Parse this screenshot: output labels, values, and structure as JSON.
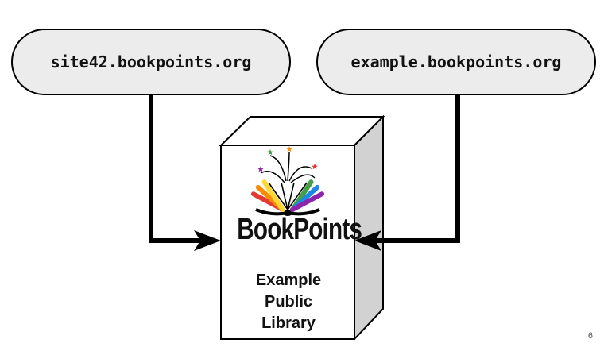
{
  "domains": {
    "left": "site42.bookpoints.org",
    "right": "example.bookpoints.org"
  },
  "server": {
    "brand": "BookPoints",
    "library_lines": [
      "Example",
      "Public",
      "Library"
    ]
  },
  "colors": {
    "pill_fill": "#ececec",
    "server_side": "#d2d2d2",
    "book_rays": [
      "#e53935",
      "#fb8c00",
      "#fdd835",
      "#43a047",
      "#1e88e5",
      "#8e24aa"
    ],
    "stars": [
      "#8e24aa",
      "#43a047",
      "#fb8c00",
      "#e53935"
    ]
  },
  "icons": {
    "logo": "open-book-rainbow-icon"
  },
  "page_number": "6"
}
